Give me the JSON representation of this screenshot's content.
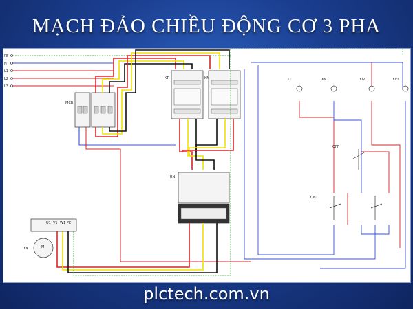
{
  "title": "MẠCH ĐẢO CHIỀU ĐỘNG CƠ 3 PHA",
  "footer": "plctech.com.vn",
  "lines": [
    "L1",
    "L2",
    "L3",
    "N",
    "PE"
  ],
  "labels": {
    "mcb": "MCB",
    "kt": "KT",
    "kn": "KN",
    "rn": "RN",
    "off": "OFF",
    "ont": "ONT",
    "dc": "ĐC",
    "lamps": [
      "XT",
      "XN",
      "ĐV",
      "ĐĐ"
    ],
    "motor": "M",
    "motor_terms": [
      "U1",
      "V1",
      "W1",
      "PE"
    ]
  },
  "colors": {
    "phase_red": "#d8262a",
    "phase_yellow": "#f2e300",
    "phase_black": "#111111",
    "neutral_blue": "#3a4fd8",
    "control_blue": "#5468e6",
    "ground_green": "#2e9a2e",
    "control_red": "#e0555a"
  }
}
